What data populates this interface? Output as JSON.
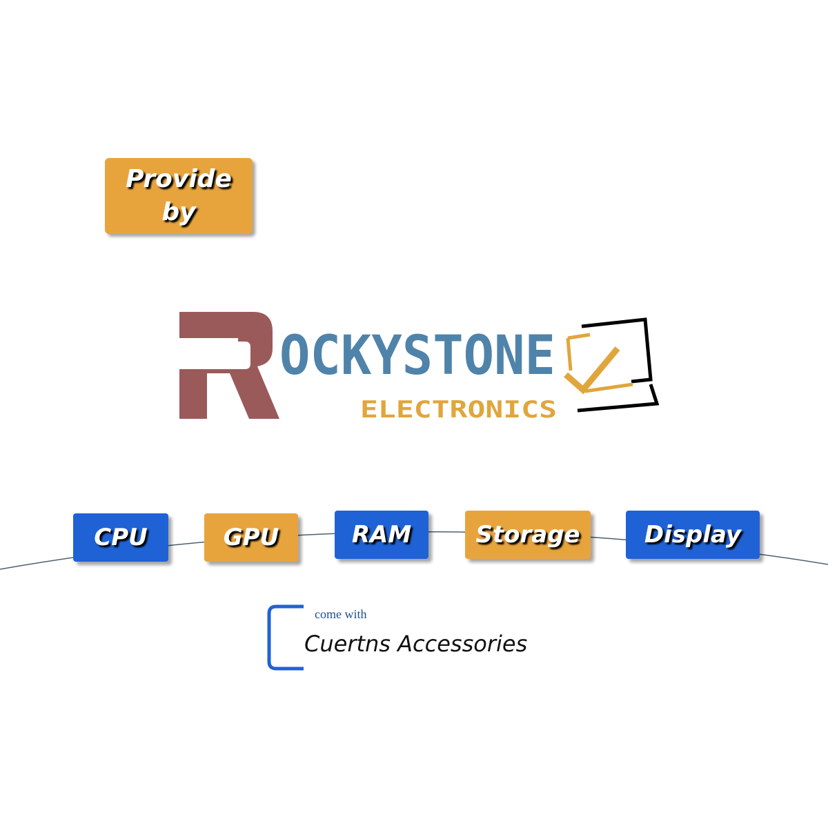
{
  "badge": {
    "line1": "Provide",
    "line2": "by"
  },
  "logo": {
    "initial": "R",
    "wordmark": "OCKYSTONE",
    "subtitle": "ELECTRONICS",
    "icon": "checkmark-frame-icon",
    "colors": {
      "initial": "#9b5a5a",
      "wordmark": "#4f83aa",
      "subtitle": "#e0a63c",
      "check": "#e0a63c",
      "frame": "#000000"
    }
  },
  "components": [
    {
      "label": "CPU",
      "color": "#1f62d6"
    },
    {
      "label": "GPU",
      "color": "#e8a43c"
    },
    {
      "label": "RAM",
      "color": "#1f62d6"
    },
    {
      "label": "Storage",
      "color": "#e8a43c"
    },
    {
      "label": "Display",
      "color": "#1f62d6"
    }
  ],
  "accessories": {
    "intro": "come with",
    "name": "Cuertns Accessories",
    "bracket_color": "#1f62d6"
  }
}
